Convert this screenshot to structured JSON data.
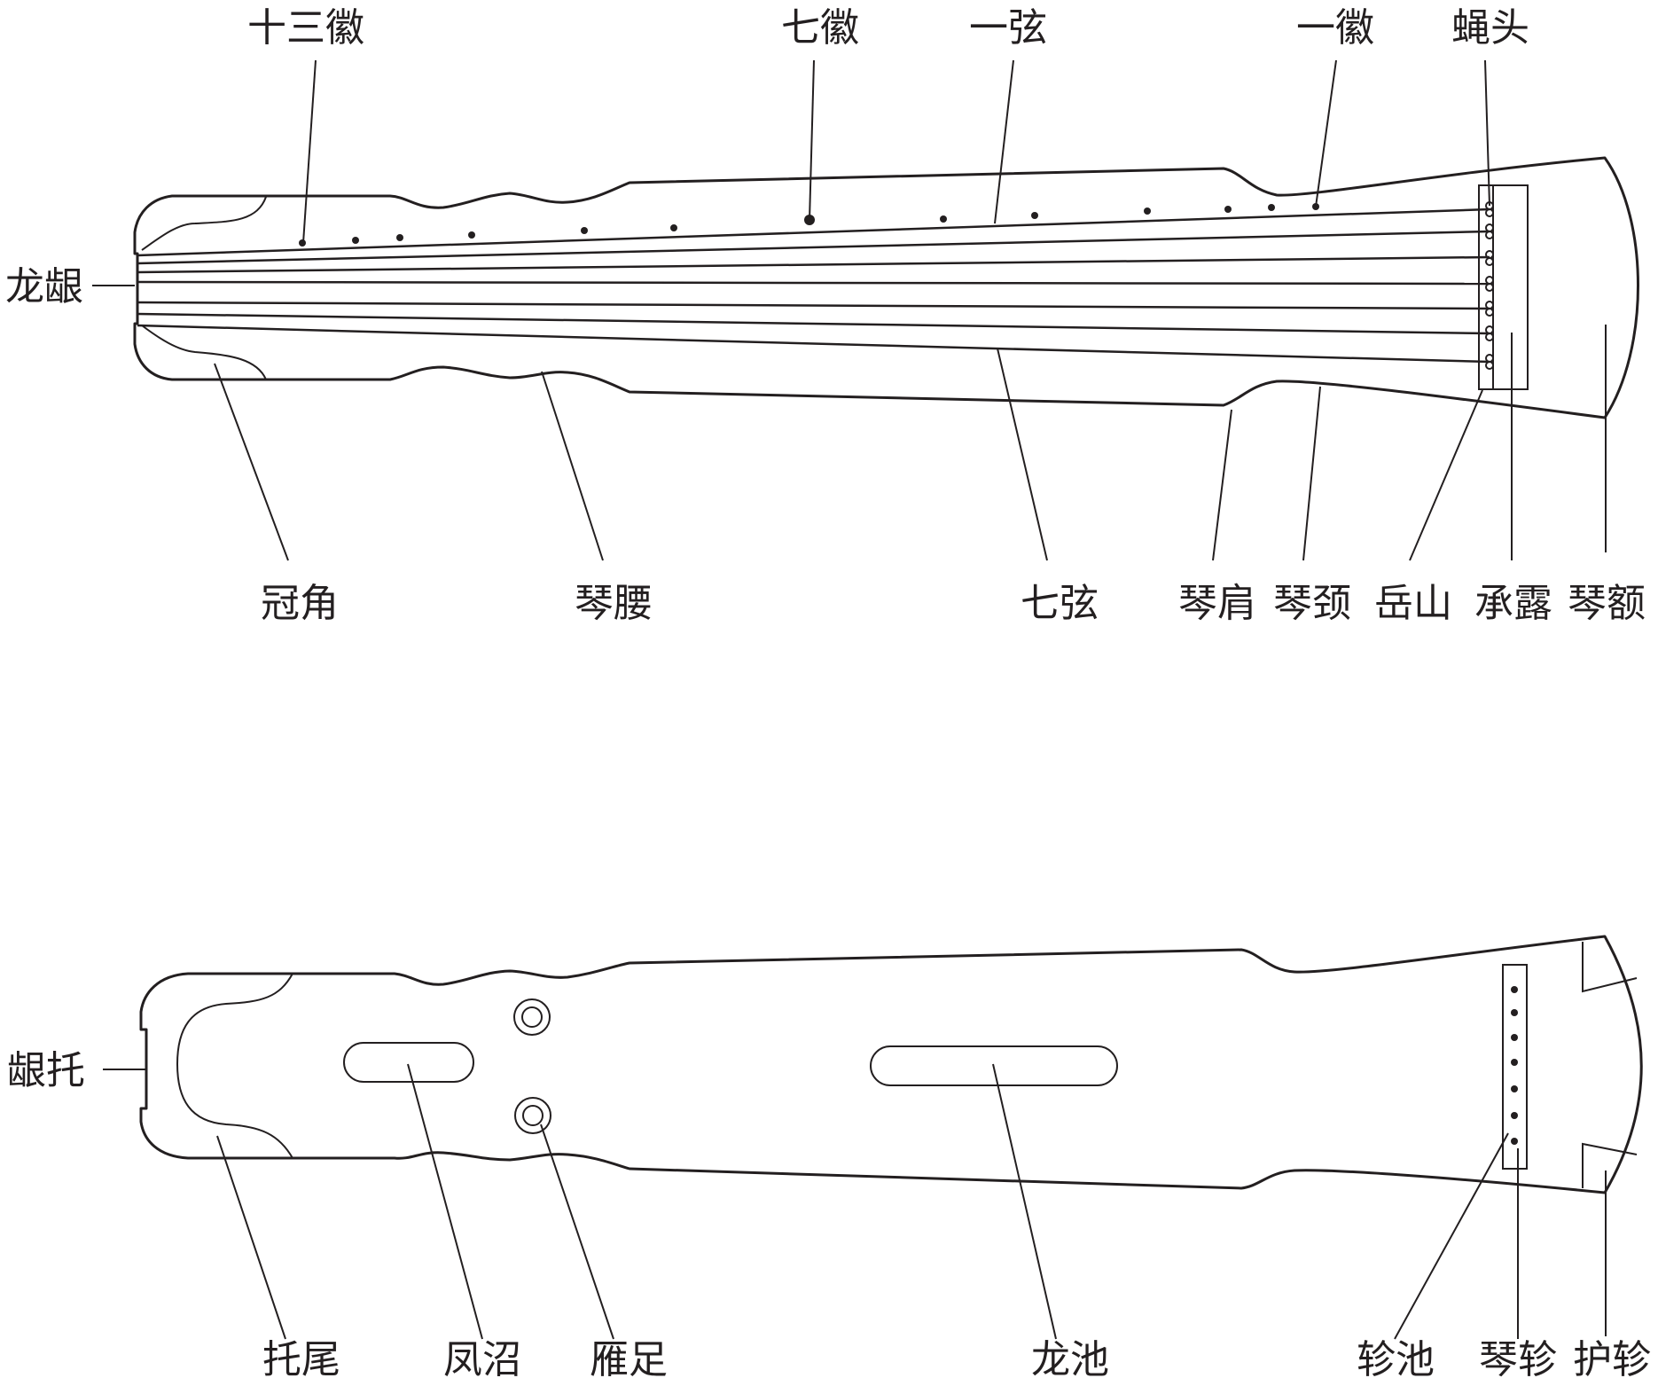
{
  "top_view": {
    "labels": {
      "shisan_hui": "十三徽",
      "qi_hui": "七徽",
      "yi_xian": "一弦",
      "yi_hui": "一徽",
      "ying_tou": "蝇头",
      "long_yin": "龙龈",
      "guan_jiao": "冠角",
      "qin_yao": "琴腰",
      "qi_xian": "七弦",
      "qin_jian": "琴肩",
      "qin_jing": "琴颈",
      "yue_shan": "岳山",
      "cheng_lu": "承露",
      "qin_e": "琴额"
    }
  },
  "bottom_view": {
    "labels": {
      "yin_tuo": "龈托",
      "tuo_wei": "托尾",
      "feng_zhao": "凤沼",
      "yan_zu": "雁足",
      "long_chi": "龙池",
      "zhen_chi": "轸池",
      "qin_zhen": "琴轸",
      "hu_zhen": "护轸"
    }
  }
}
